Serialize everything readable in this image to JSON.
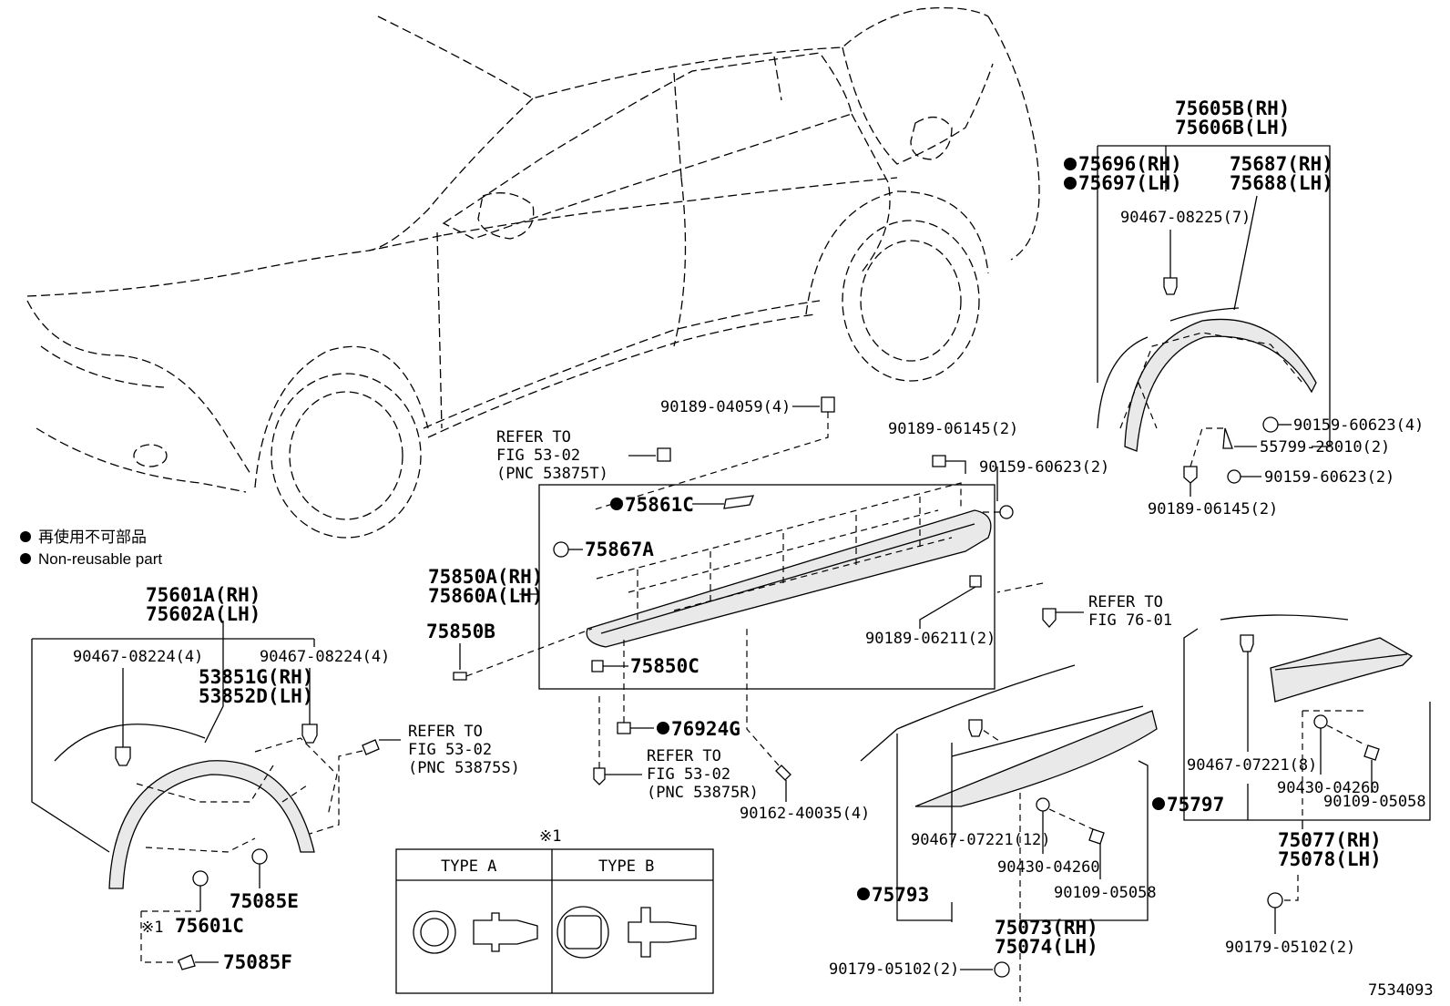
{
  "diagram_id": "7534093",
  "legend": {
    "jp": "再使用不可部品",
    "en": "Non-reusable part"
  },
  "rear_arch": {
    "header_rh": "75605B(RH)",
    "header_lh": "75606B(LH)",
    "l1": "75696(RH)",
    "l2": "75697(LH)",
    "r1": "75687(RH)",
    "r2": "75688(LH)",
    "clip": "90467-08225(7)",
    "screw1": "90159-60623(4)",
    "pad": "55799-28010(2)",
    "screw2": "90159-60623(2)",
    "nut": "90189-06145(2)"
  },
  "rocker": {
    "nut_top": "90189-04059(4)",
    "refer_a1": "REFER TO",
    "refer_a2": "FIG 53-02",
    "refer_a3": "(PNC 53875T)",
    "nut_right": "90189-06145(2)",
    "screw_right": "90159-60623(2)",
    "tape": "75861C",
    "clip_a": "75867A",
    "assy_rh": "75850A(RH)",
    "assy_lh": "75860A(LH)",
    "clip_b": "75850B",
    "clip_c": "75850C",
    "nut_bottom": "90189-06211(2)",
    "refer_b1": "REFER TO",
    "refer_b2": "FIG 76-01",
    "clip_g": "76924G",
    "refer_c1": "REFER TO",
    "refer_c2": "FIG 53-02",
    "refer_c3": "(PNC 53875R)",
    "screw_bottom": "90162-40035(4)"
  },
  "front_arch": {
    "header_rh": "75601A(RH)",
    "header_lh": "75602A(LH)",
    "clip_l": "90467-08224(4)",
    "clip_r": "90467-08224(4)",
    "liner_rh": "53851G(RH)",
    "liner_lh": "53852D(LH)",
    "refer1": "REFER TO",
    "refer2": "FIG 53-02",
    "refer3": "(PNC 53875S)",
    "screw_e": "75085E",
    "clip_c_mark": "※1",
    "clip_c": "75601C",
    "screw_f": "75085F"
  },
  "type_box": {
    "mark": "※1",
    "type_a": "TYPE A",
    "type_b": "TYPE B"
  },
  "door_front": {
    "clip": "90467-07221(12)",
    "seal": "75793",
    "washer": "90430-04260",
    "nut": "90109-05058",
    "assy_rh": "75073(RH)",
    "assy_lh": "75074(LH)",
    "bolt": "90179-05102(2)"
  },
  "door_rear": {
    "clip": "90467-07221(8)",
    "washer": "90430-04260",
    "seal": "75797",
    "nut": "90109-05058",
    "assy_rh": "75077(RH)",
    "assy_lh": "75078(LH)",
    "bolt": "90179-05102(2)"
  }
}
